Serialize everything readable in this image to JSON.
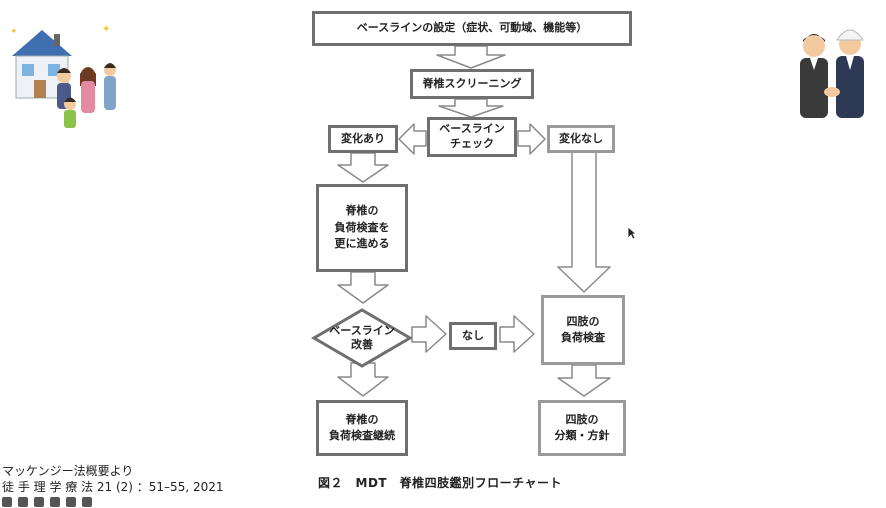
{
  "diagram": {
    "baseline_setup": "ベースラインの設定（症状、可動域、機能等）",
    "spine_screening": "脊椎スクリーニング",
    "baseline_check": "ベースライン\nチェック",
    "changed": "変化あり",
    "unchanged": "変化なし",
    "spine_load_test_more": "脊椎の\n負荷検査を\n更に進める",
    "baseline_improved": "ベースライン\n改善",
    "none": "なし",
    "limb_load_test": "四肢の\n負荷検査",
    "spine_load_test_continue": "脊椎の\n負荷検査継続",
    "limb_classification": "四肢の\n分類・方針",
    "caption": "図２　MDT　脊椎四肢鑑別フローチャート"
  },
  "source": {
    "line1": "マッケンジー法概要より",
    "line2": "徒 手 理 学 療 法 21 (2) ：51–55, 2021"
  },
  "illustrations": {
    "top_left": "family-house-illustration",
    "top_right": "handshake-workers-illustration"
  }
}
